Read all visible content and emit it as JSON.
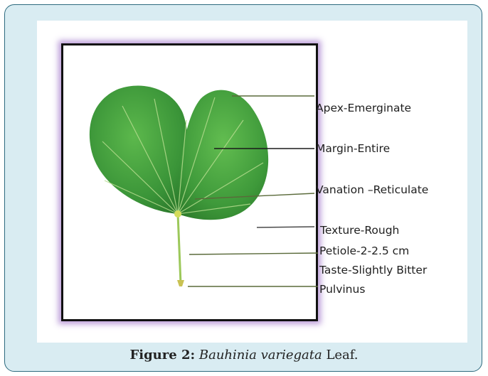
{
  "figure": {
    "labels": {
      "apex": "Apex-Emerginate",
      "margin": "Margin-Entire",
      "venation": "Vanation –Reticulate",
      "texture": "Texture-Rough",
      "petiole": "Petiole-2-2.5  cm",
      "taste": "Taste-Slightly  Bitter",
      "pulvinus": "Pulvinus"
    },
    "caption": {
      "label": "Figure 2:",
      "species": "Bauhinia variegata",
      "suffix": " Leaf."
    },
    "colors": {
      "frame_bg": "#d9ecf2",
      "frame_border": "#2d6a7f",
      "leaf_green": "#3e9a3c",
      "glow": "#b08cd2"
    }
  }
}
